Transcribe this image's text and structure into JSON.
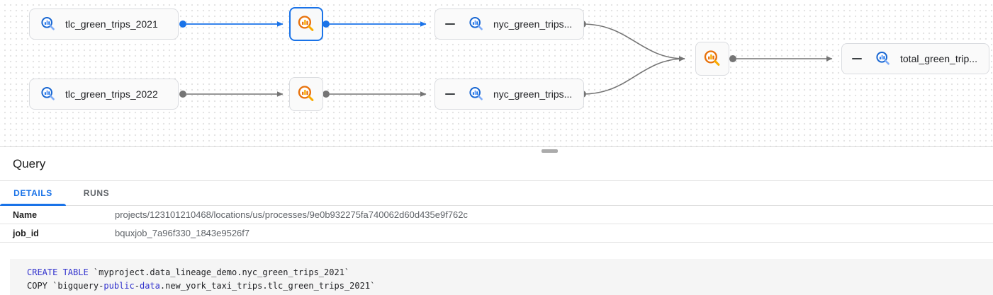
{
  "graph": {
    "nodes": {
      "tlc_2021": {
        "label": "tlc_green_trips_2021",
        "icon": "search-chart-icon"
      },
      "tlc_2022": {
        "label": "tlc_green_trips_2022",
        "icon": "search-chart-icon"
      },
      "nyc_2021": {
        "label": "nyc_green_trips...",
        "icon": "search-chart-icon",
        "collapse_icon": "minus-icon"
      },
      "nyc_2022": {
        "label": "nyc_green_trips...",
        "icon": "search-chart-icon",
        "collapse_icon": "minus-icon"
      },
      "total": {
        "label": "total_green_trip...",
        "icon": "search-chart-icon",
        "collapse_icon": "minus-icon"
      },
      "process_selected": {
        "icon": "search-chart-icon",
        "selected": true
      },
      "process_2022": {
        "icon": "search-chart-icon",
        "selected": false
      },
      "process_merge": {
        "icon": "search-chart-icon",
        "selected": false
      }
    },
    "colors": {
      "selected_edge": "#1a73e8",
      "edge": "#757575",
      "table_icon": "#1967d2",
      "table_icon_handle": "#7baaf7",
      "process_icon": "#e8710a",
      "process_icon_handle": "#f9ab00",
      "node_border": "#dadce0",
      "selected_border": "#1a73e8"
    }
  },
  "panel": {
    "title": "Query",
    "tabs": [
      {
        "label": "DETAILS",
        "active": true
      },
      {
        "label": "RUNS",
        "active": false
      }
    ],
    "details": [
      {
        "label": "Name",
        "value": "projects/123101210468/locations/us/processes/9e0b932275fa740062d60d435e9f762c"
      },
      {
        "label": "job_id",
        "value": "bquxjob_7a96f330_1843e9526f7"
      }
    ],
    "resize_handle_icon": "drag-handle"
  },
  "code": {
    "keyword_color": "#3232cd",
    "text_color": "#202124",
    "background": "#f5f5f5",
    "lines": [
      {
        "segments": [
          {
            "text": "CREATE TABLE",
            "type": "keyword"
          },
          {
            "text": " `myproject.data_lineage_demo.nyc_green_trips_2021`",
            "type": "plain"
          }
        ]
      },
      {
        "segments": [
          {
            "text": "COPY `bigquery-",
            "type": "plain"
          },
          {
            "text": "public",
            "type": "keyword"
          },
          {
            "text": "-",
            "type": "plain"
          },
          {
            "text": "data",
            "type": "keyword"
          },
          {
            "text": ".new_york_taxi_trips.tlc_green_trips_2021`",
            "type": "plain"
          }
        ]
      }
    ]
  }
}
